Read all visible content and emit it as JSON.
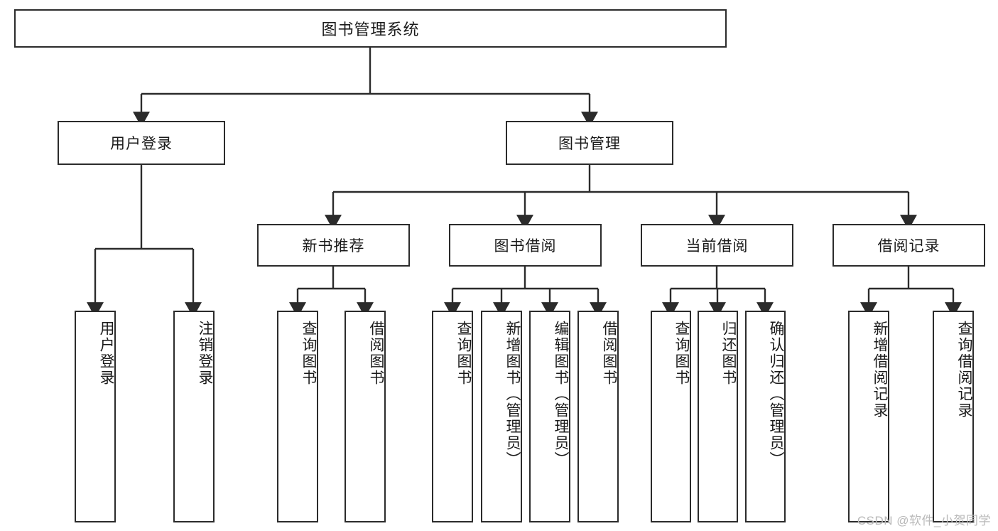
{
  "diagram": {
    "type": "tree-hierarchy-chart",
    "title": "图书管理系统",
    "watermark": "CSDN @软件_小贺同学",
    "colors": {
      "box_border": "#2b2b2b",
      "box_fill": "#ffffff",
      "connector": "#2b2b2b",
      "text": "#1a1a1a",
      "watermark": "#b9b9b9",
      "background": "#ffffff"
    },
    "root": {
      "label": "图书管理系统"
    },
    "level2": [
      {
        "id": "user-login",
        "label": "用户登录"
      },
      {
        "id": "book-management",
        "label": "图书管理"
      }
    ],
    "level3": [
      {
        "id": "new-book-recommend",
        "label": "新书推荐",
        "parent": "book-management"
      },
      {
        "id": "book-borrow",
        "label": "图书借阅",
        "parent": "book-management"
      },
      {
        "id": "current-borrow",
        "label": "当前借阅",
        "parent": "book-management"
      },
      {
        "id": "borrow-record",
        "label": "借阅记录",
        "parent": "book-management"
      }
    ],
    "leaves": [
      {
        "id": "leaf-user-login",
        "label": "用户登录",
        "parent": "user-login"
      },
      {
        "id": "leaf-logout",
        "label": "注销登录",
        "parent": "user-login"
      },
      {
        "id": "leaf-query-book-1",
        "label": "查询图书",
        "parent": "new-book-recommend"
      },
      {
        "id": "leaf-borrow-book-1",
        "label": "借阅图书",
        "parent": "new-book-recommend"
      },
      {
        "id": "leaf-query-book-2",
        "label": "查询图书",
        "parent": "book-borrow"
      },
      {
        "id": "leaf-add-book",
        "label": "新增图书（管理员）",
        "parent": "book-borrow"
      },
      {
        "id": "leaf-edit-book",
        "label": "编辑图书（管理员）",
        "parent": "book-borrow"
      },
      {
        "id": "leaf-borrow-book-2",
        "label": "借阅图书",
        "parent": "book-borrow"
      },
      {
        "id": "leaf-query-book-3",
        "label": "查询图书",
        "parent": "current-borrow"
      },
      {
        "id": "leaf-return-book",
        "label": "归还图书",
        "parent": "current-borrow"
      },
      {
        "id": "leaf-confirm-return",
        "label": "确认归还（管理员）",
        "parent": "current-borrow"
      },
      {
        "id": "leaf-add-record",
        "label": "新增借阅记录",
        "parent": "borrow-record"
      },
      {
        "id": "leaf-query-record",
        "label": "查询借阅记录",
        "parent": "borrow-record"
      }
    ]
  }
}
